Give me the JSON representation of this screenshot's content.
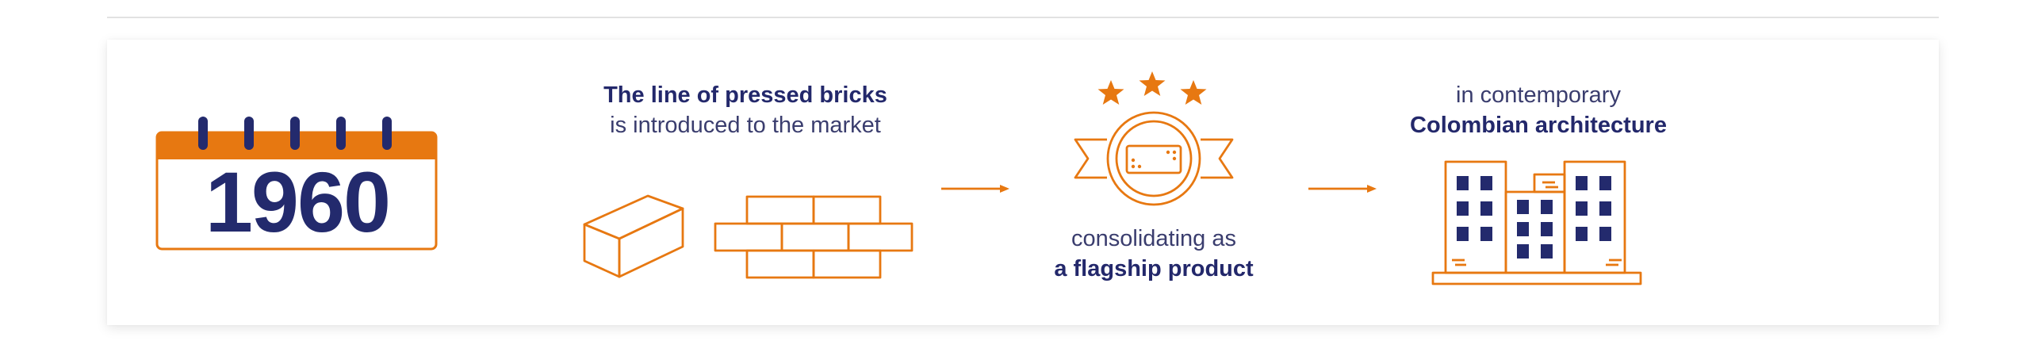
{
  "colors": {
    "accent": "#e77811",
    "navy": "#232a6d",
    "rule": "#e2e2e2"
  },
  "year": "1960",
  "step_bricks": {
    "bold": "The line of pressed bricks",
    "normal": "is introduced to the market"
  },
  "step_flagship": {
    "normal": "consolidating as",
    "bold": "a flagship product"
  },
  "step_architecture": {
    "normal": "in contemporary",
    "bold": "Colombian architecture"
  },
  "icons": [
    "calendar-icon",
    "brick-icon",
    "brick-wall-icon",
    "arrow-right-icon",
    "award-badge-icon",
    "star-icon",
    "building-icon"
  ]
}
